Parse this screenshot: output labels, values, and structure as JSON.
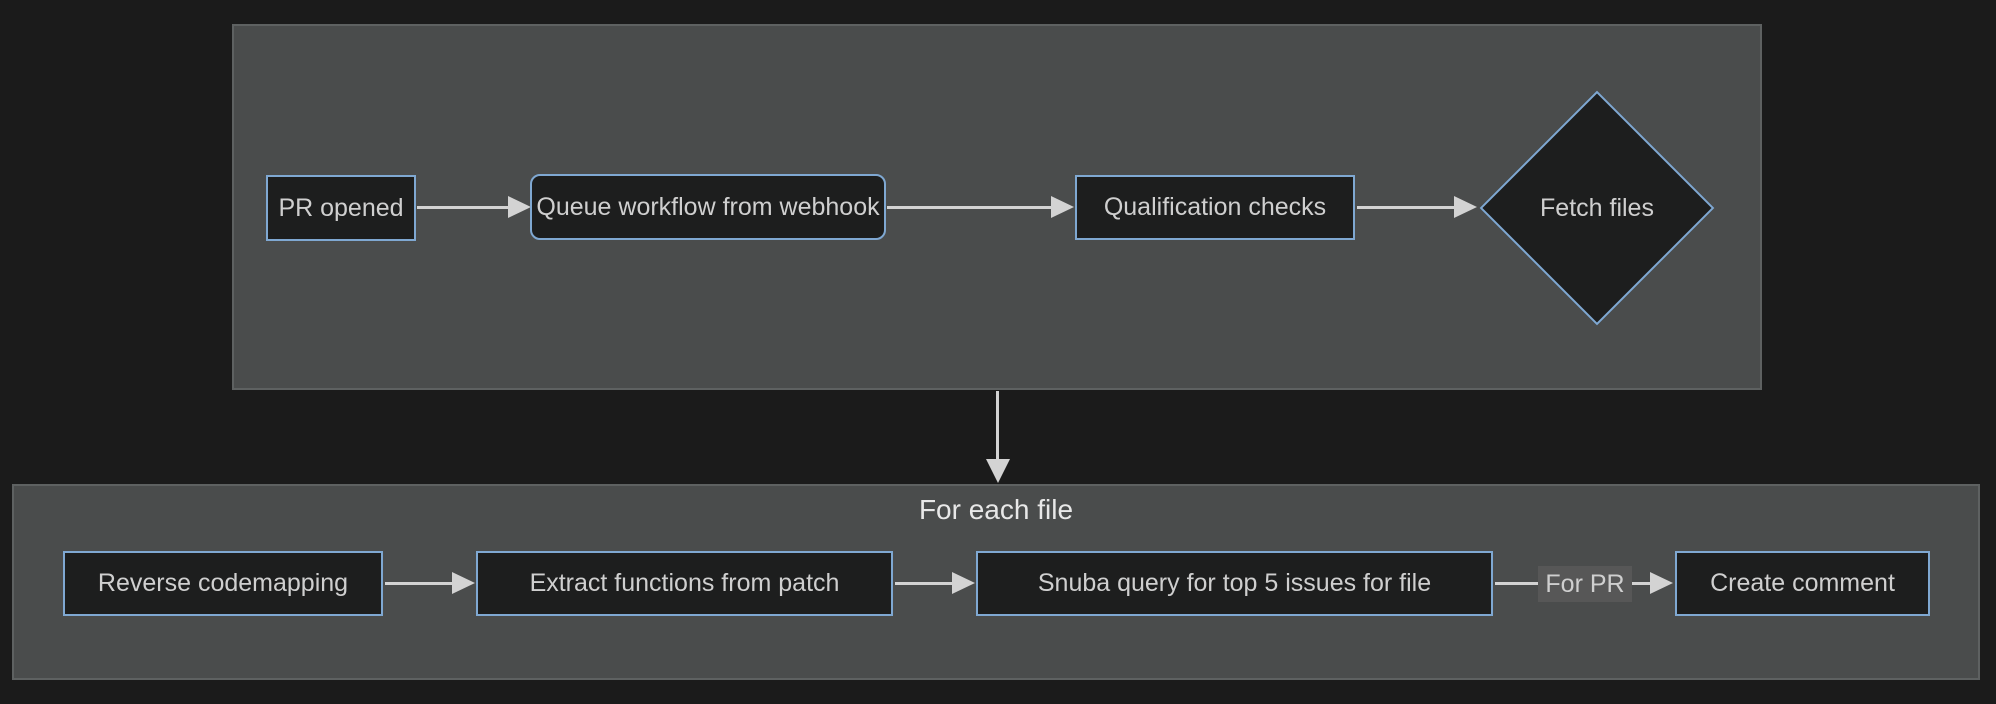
{
  "diagram": {
    "stage1": {
      "nodes": {
        "pr_opened": "PR opened",
        "queue_workflow": "Queue workflow from webhook",
        "qualification_checks": "Qualification checks",
        "fetch_files": "Fetch files"
      }
    },
    "stage2": {
      "title": "For each file",
      "nodes": {
        "reverse_codemapping": "Reverse codemapping",
        "extract_functions": "Extract functions from patch",
        "snuba_query": "Snuba query for top 5 issues for file",
        "create_comment": "Create comment"
      },
      "edge_label": "For PR"
    },
    "colors": {
      "background": "#1b1b1b",
      "cluster_fill": "#4a4c4c",
      "node_fill": "#1d1e1e",
      "node_border": "#7fa8d2",
      "edge": "#d3d3d3",
      "edge_label_bg": "#575757",
      "text": "#cfcfcf"
    }
  }
}
